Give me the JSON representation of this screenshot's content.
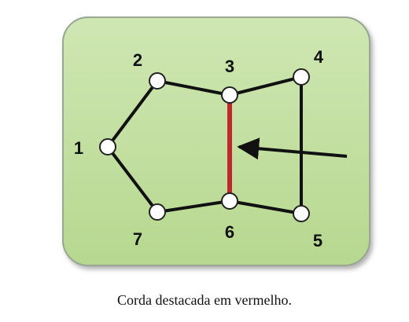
{
  "nodes": [
    {
      "id": "1",
      "label": "1"
    },
    {
      "id": "2",
      "label": "2"
    },
    {
      "id": "3",
      "label": "3"
    },
    {
      "id": "4",
      "label": "4"
    },
    {
      "id": "5",
      "label": "5"
    },
    {
      "id": "6",
      "label": "6"
    },
    {
      "id": "7",
      "label": "7"
    }
  ],
  "edges": [
    {
      "from": "1",
      "to": "2"
    },
    {
      "from": "2",
      "to": "3"
    },
    {
      "from": "3",
      "to": "4"
    },
    {
      "from": "4",
      "to": "5"
    },
    {
      "from": "5",
      "to": "6"
    },
    {
      "from": "6",
      "to": "7"
    },
    {
      "from": "7",
      "to": "1"
    }
  ],
  "chord": {
    "from": "3",
    "to": "6"
  },
  "colors": {
    "panel_fill": "#c2dfa0",
    "panel_stroke": "#9aa592",
    "edge": "#111111",
    "chord": "#c0282d",
    "node_fill": "#ffffff"
  },
  "caption": "Corda destacada em vermelho."
}
